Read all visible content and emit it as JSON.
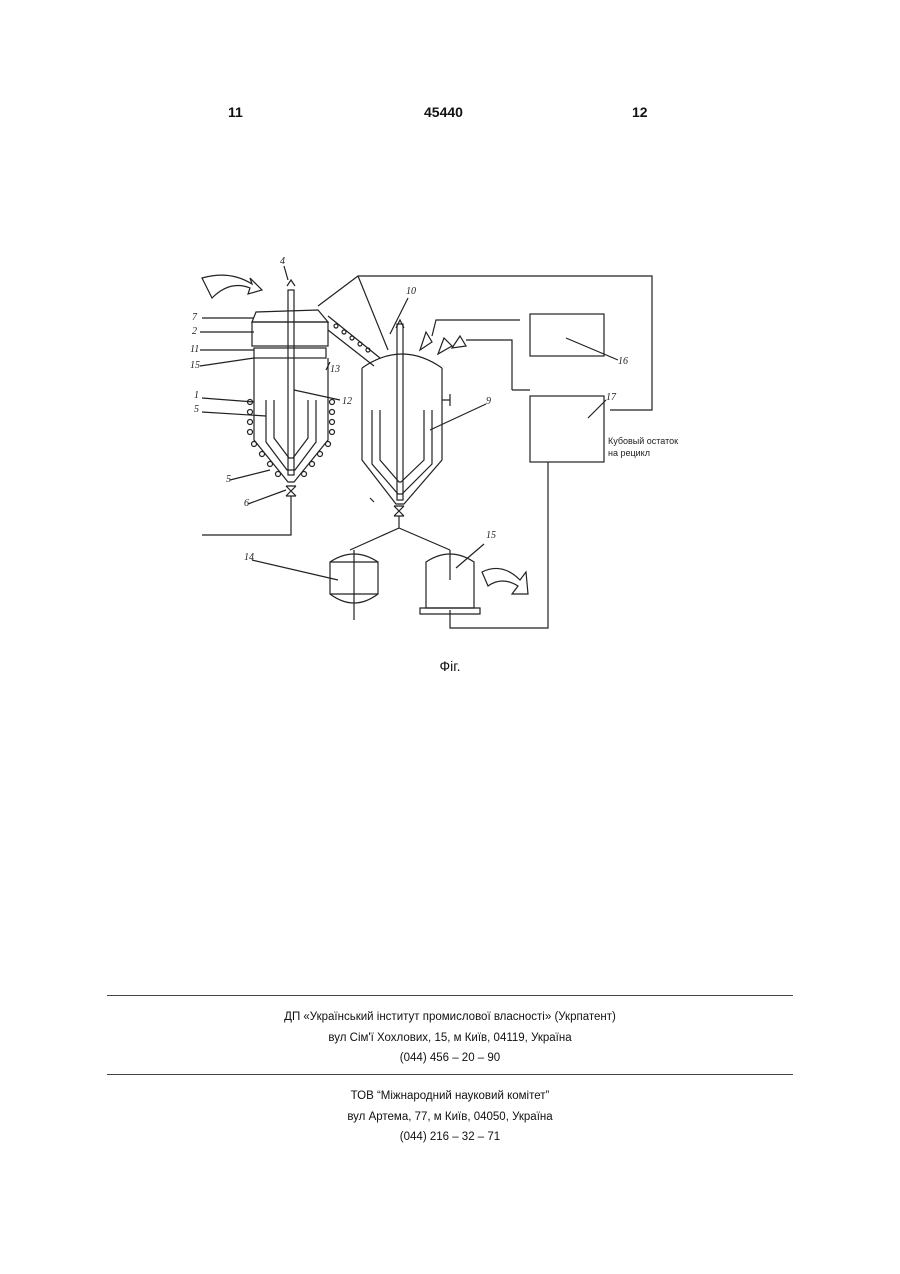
{
  "header": {
    "page_left": "11",
    "patent_number": "45440",
    "page_right": "12"
  },
  "figure": {
    "caption": "Фіг.",
    "residue_label_line1": "Кубовый остаток",
    "residue_label_line2": "на рецикл",
    "callouts": [
      "4",
      "7",
      "2",
      "11",
      "15",
      "1",
      "5",
      "5",
      "6",
      "13",
      "12",
      "10",
      "9",
      "16",
      "17",
      "14",
      "15"
    ]
  },
  "footer": {
    "publisher": {
      "name": "ДП «Український інститут промислової власності» (Укрпатент)",
      "address": "вул  Сім'ї Хохлових, 15, м  Київ, 04119, Україна",
      "phone": "(044) 456 – 20 –  90"
    },
    "printer": {
      "name": "ТОВ “Міжнародний науковий комітет”",
      "address": "вул  Артема, 77, м  Київ, 04050, Україна",
      "phone": "(044) 216 – 32 – 71"
    }
  }
}
